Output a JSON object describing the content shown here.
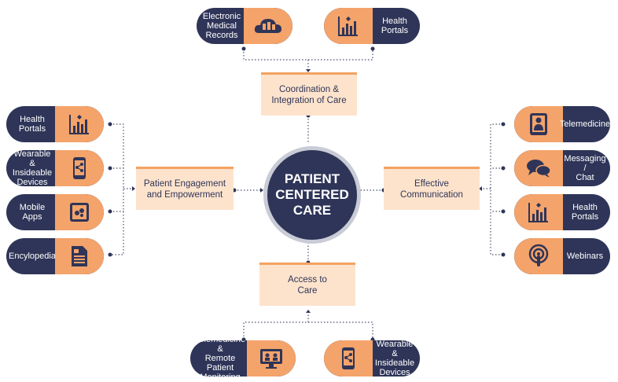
{
  "center": {
    "label": "PATIENT\nCENTERED\nCARE"
  },
  "boxes": {
    "top": "Coordination &\nIntegration of Care",
    "left": "Patient Engagement\nand Empowerment",
    "right": "Effective\nCommunication",
    "bottom": "Access to\nCare"
  },
  "top_items": [
    {
      "label": "Electronic\nMedical\nRecords",
      "icon": "cloud-database-icon"
    },
    {
      "label": "Health\nPortals",
      "icon": "bar-chart-icon"
    }
  ],
  "left_items": [
    {
      "label": "Health\nPortals",
      "icon": "bar-chart-icon"
    },
    {
      "label": "Wearable &\nInsideable\nDevices",
      "icon": "phone-share-icon"
    },
    {
      "label": "Mobile\nApps",
      "icon": "tablet-apps-icon"
    },
    {
      "label": "Encylopedia",
      "icon": "document-icon"
    }
  ],
  "right_items": [
    {
      "label": "Telemedicine",
      "icon": "doctor-tablet-icon"
    },
    {
      "label": "Messaging /\nChat",
      "icon": "chat-bubbles-icon"
    },
    {
      "label": "Health\nPortals",
      "icon": "bar-chart-icon"
    },
    {
      "label": "Webinars",
      "icon": "broadcast-icon"
    }
  ],
  "bottom_items": [
    {
      "label": "Telemedicine &\nRemote Patient\nMonitoring",
      "icon": "monitor-doctor-icon"
    },
    {
      "label": "Wearable &\nInsideable\nDevices",
      "icon": "phone-share-icon"
    }
  ],
  "colors": {
    "navy": "#2f3558",
    "orange": "#f4a36a",
    "peach": "#fde3cc",
    "ring": "#c9ccd6"
  }
}
